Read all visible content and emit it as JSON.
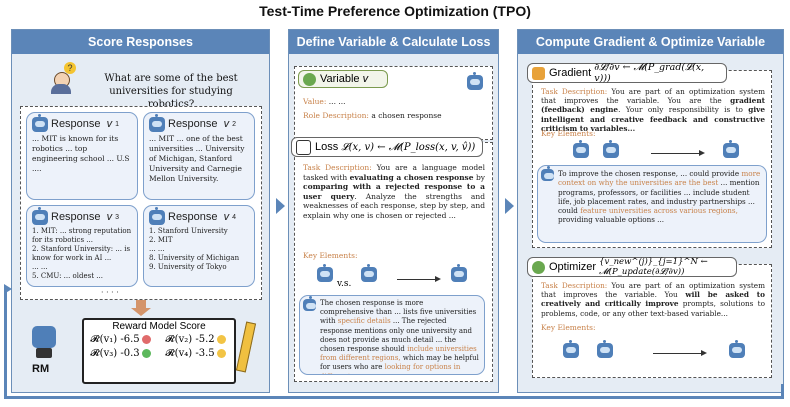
{
  "title": "Test-Time Preference Optimization (TPO)",
  "panel1": {
    "header": "Score Responses",
    "question": "What are some of the best universities for studying robotics?",
    "responses": [
      {
        "label": "Response",
        "var": "v",
        "sub": "1",
        "text": "... MIT is known for its robotics ... top engineering school ... U.S ...."
      },
      {
        "label": "Response",
        "var": "v",
        "sub": "2",
        "text": "... MIT ... one of the best universities ... University of Michigan, Stanford University and Carnegie Mellon University."
      },
      {
        "label": "Response",
        "var": "v",
        "sub": "3",
        "text": "1. MIT: ... strong reputation for its robotics ...\n2. Stanford University: ... is know for work in AI ...\n... ...\n5. CMU: ... oldest ..."
      },
      {
        "label": "Response",
        "var": "v",
        "sub": "4",
        "text": "1. Stanford University\n2. MIT\n... ...\n8. University of Michigan\n9. University of Tokyo"
      }
    ],
    "ellipsis": "· · · ·",
    "rm_label": "RM",
    "rm_title": "Reward Model Score",
    "scores": [
      {
        "term": "𝓡(v₁)",
        "value": "-6.5",
        "face": "sad"
      },
      {
        "term": "𝓡(v₂)",
        "value": "-5.2",
        "face": "neutral"
      },
      {
        "term": "𝓡(v₃)",
        "value": "-0.3",
        "face": "happy"
      },
      {
        "term": "𝓡(v₄)",
        "value": "-3.5",
        "face": "neutral"
      }
    ]
  },
  "panel2": {
    "header": "Define Variable & Calculate Loss",
    "variable_label": "Variable",
    "variable_sym": "v",
    "value_key": "Value:",
    "value_val": "... ...",
    "role_key": "Role Description:",
    "role_val": "a chosen response",
    "loss_label": "Loss",
    "loss_formula": "𝓛(x, v) ← 𝓜(P_loss(x, v, v̂))",
    "task_key": "Task Description:",
    "task_text_1": "You are a language model tasked with",
    "task_bold_1": "evaluating a chosen response",
    "task_text_2": "by",
    "task_bold_2": "comparing with a rejected response to a user query",
    "task_text_3": ". Analyze the strengths and weaknesses of each response, step by step, and explain why one is chosen or rejected ...",
    "key_elements": "Key Elements:",
    "vs": "v.s.",
    "conclusion_1": "The chosen response is more comprehensive than ... lists five universities with",
    "conclusion_o1": "specific details",
    "conclusion_2": "... The rejected response mentions only one university and does not provide as much detail ... the chosen response should",
    "conclusion_o2": "include universities from different regions,",
    "conclusion_3": "which may be helpful for users who are",
    "conclusion_o3": "looking for options in different areas."
  },
  "panel3": {
    "header": "Compute Gradient & Optimize Variable",
    "grad_label": "Gradient",
    "grad_formula": "∂𝓛/∂v ← 𝓜(P_grad(𝓛(x, v)))",
    "task_key": "Task Description:",
    "grad_task_1": "You are part of an optimization system that improves the variable. You are the",
    "grad_task_b1": "gradient (feedback) engine",
    "grad_task_2": ". Your only responsibility is to",
    "grad_task_b2": "give intelligent and creative feedback and constructive criticism to variables...",
    "key_elements": "Key Elements:",
    "grad_feedback_1": "To improve the chosen response, ... could provide",
    "grad_feedback_o1": "more context on why the universities are the best",
    "grad_feedback_2": "... mention programs, professors, or facilities ... include student life, job placement rates, and industry partnerships ... could",
    "grad_feedback_o2": "feature universities across various regions,",
    "grad_feedback_3": "providing valuable options ...",
    "opt_label": "Optimizer",
    "opt_formula": "{v_new^(j)}_{j=1}^N ← 𝓜(P_update(∂𝓛/∂v))",
    "opt_task_1": "You are part of an optimization system that improves the variable. You",
    "opt_task_b1": "will be asked to creatively and critically improve",
    "opt_task_2": "prompts, solutions to problems, code, or any other text-based variable...",
    "colors": {
      "header": "#5b85b8",
      "panel": "#e5ecf4",
      "orange": "#c8824a",
      "blue": "#3b6db3"
    }
  }
}
